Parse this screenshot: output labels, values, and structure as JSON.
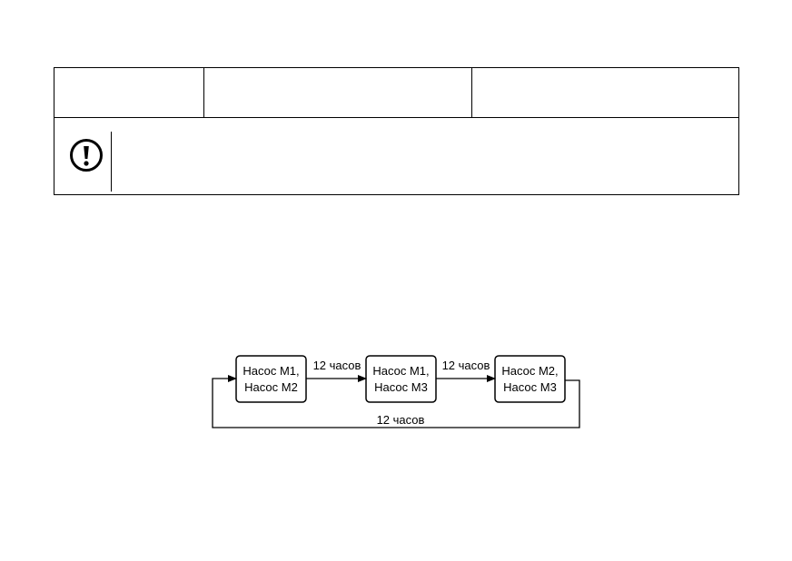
{
  "table": {
    "header_cells": [
      "",
      "",
      ""
    ],
    "warning": {
      "icon": "exclamation-circle-icon",
      "text": ""
    }
  },
  "diagram": {
    "nodes": [
      {
        "line1": "Насос М1,",
        "line2": "Насос М2"
      },
      {
        "line1": "Насос М1,",
        "line2": "Насос М3"
      },
      {
        "line1": "Насос М2,",
        "line2": "Насос М3"
      }
    ],
    "edges": [
      {
        "label": "12 часов"
      },
      {
        "label": "12 часов"
      },
      {
        "label": "12 часов"
      }
    ]
  }
}
